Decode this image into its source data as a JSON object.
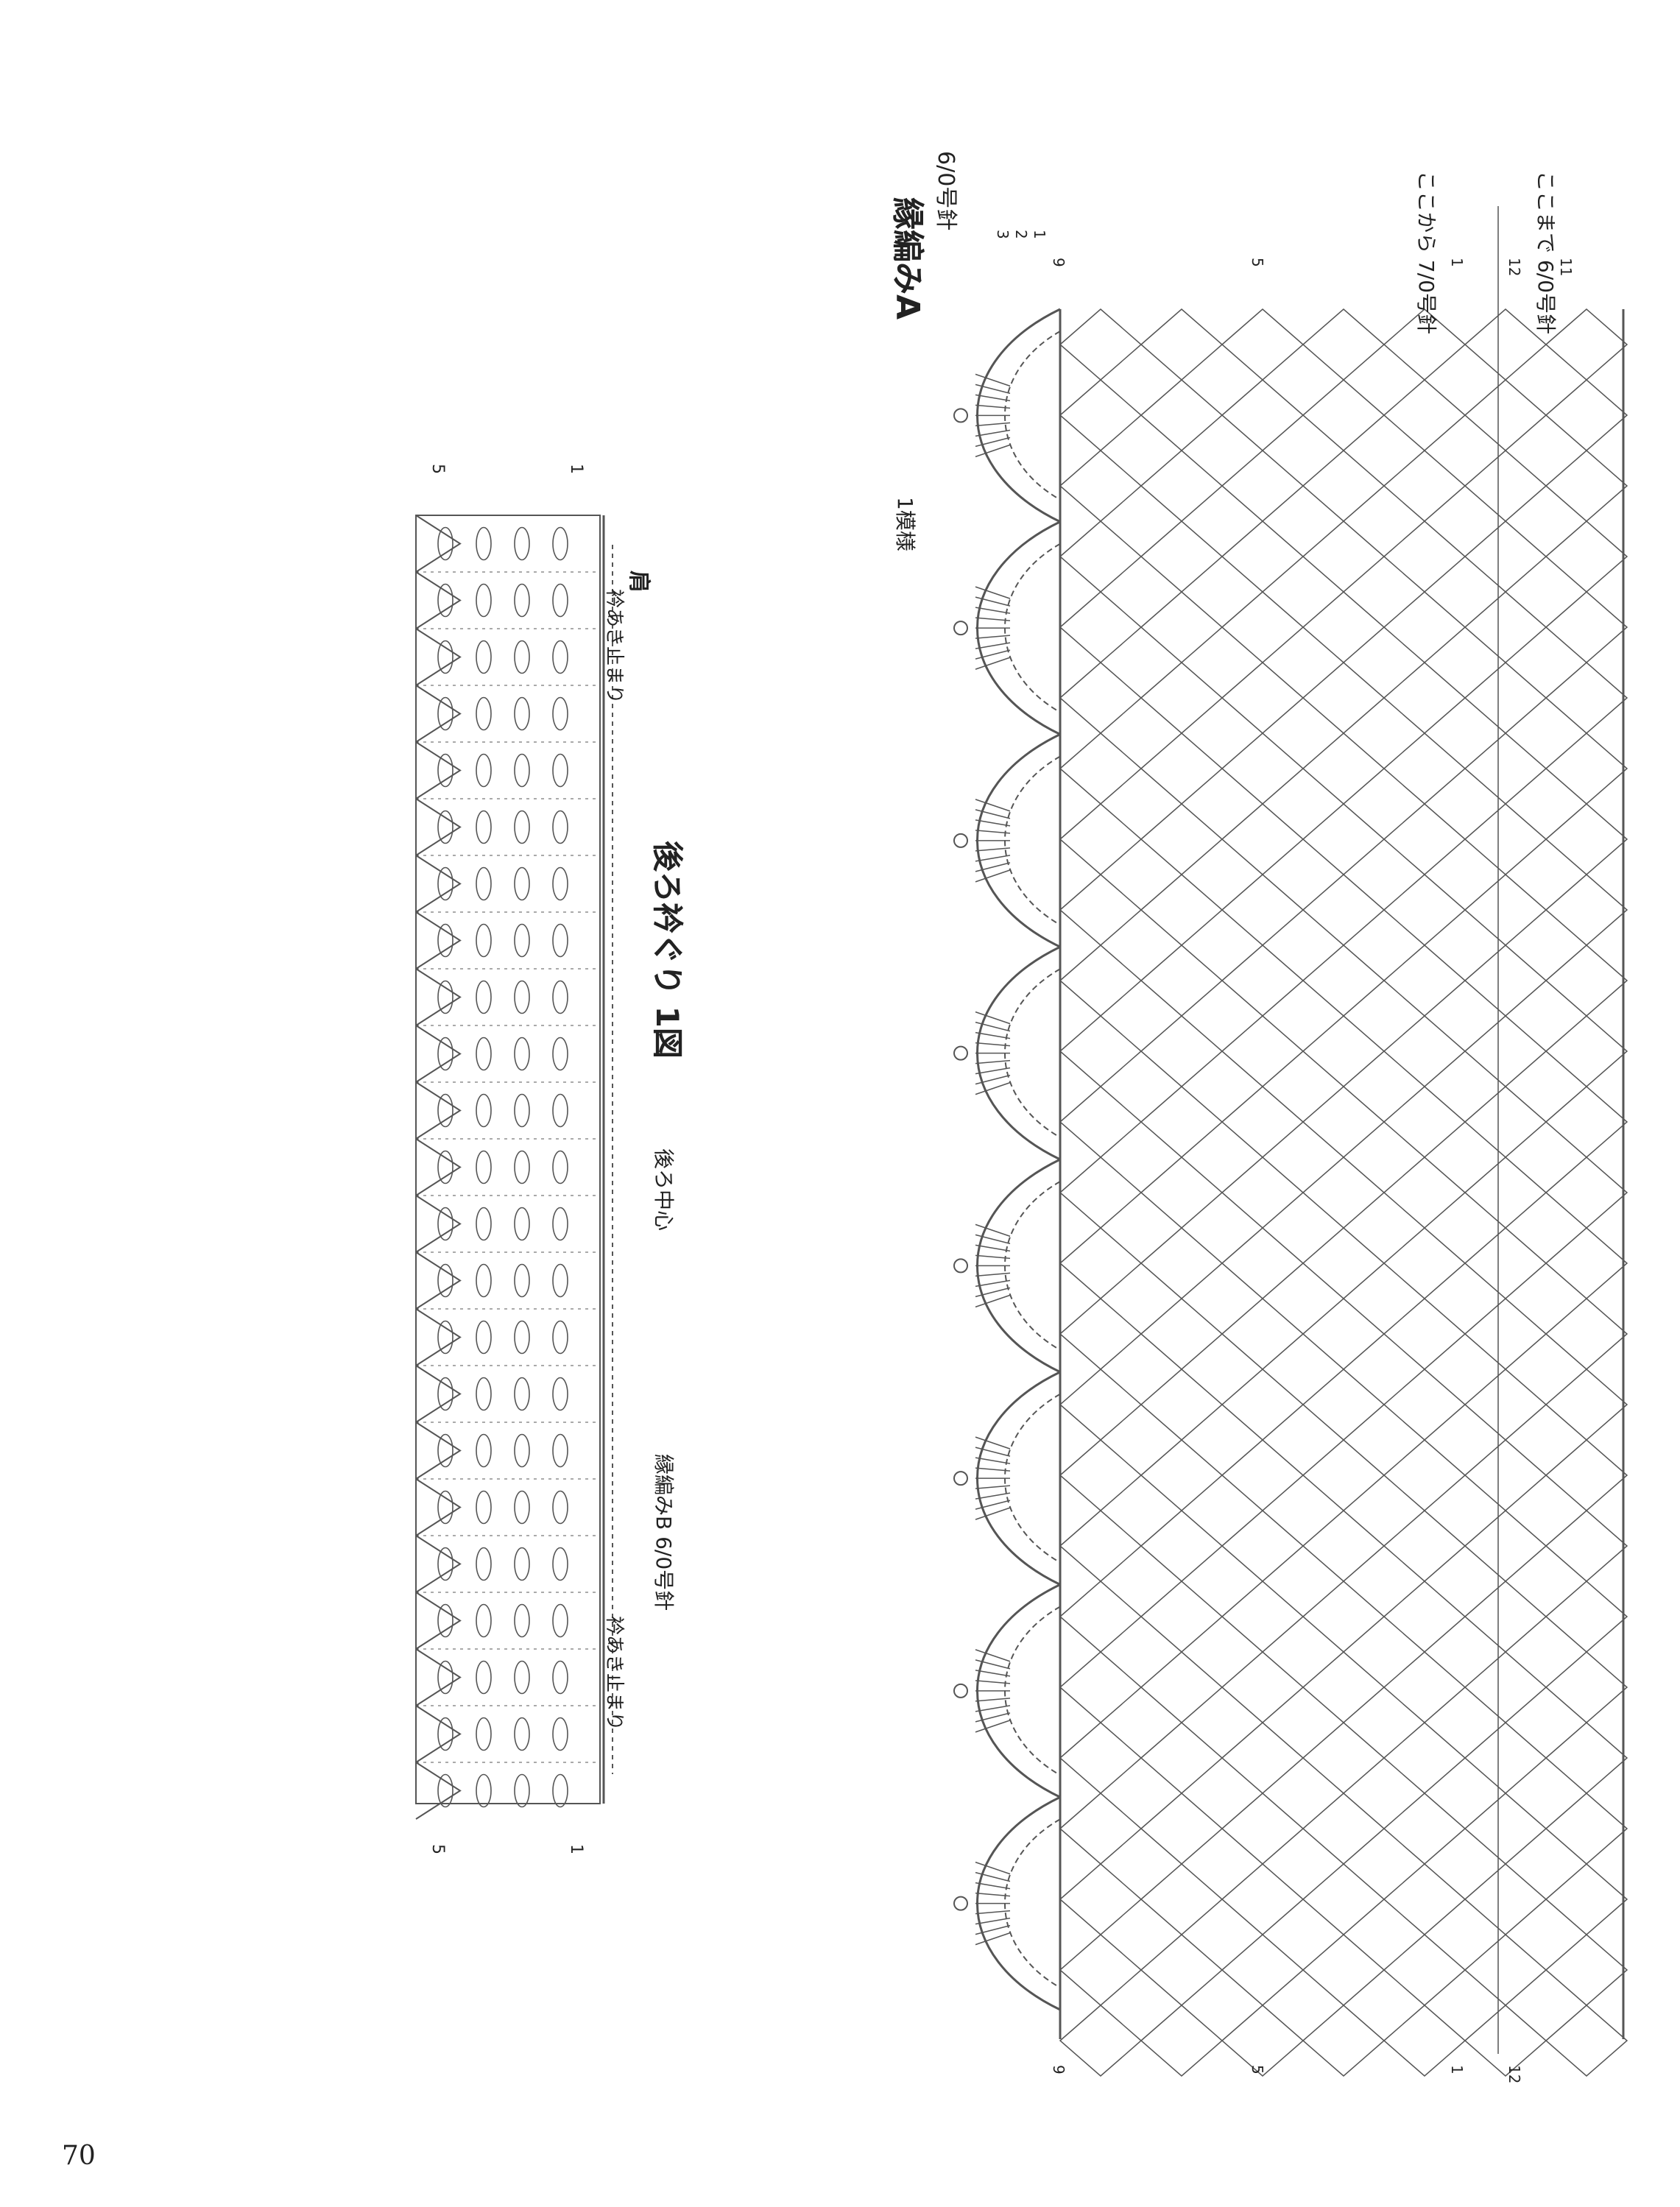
{
  "page_number": "70",
  "colors": {
    "ink": "#222222",
    "line": "#555555",
    "paper": "#ffffff"
  },
  "diagram_left": {
    "title": "後ろ衿ぐり 1図",
    "label_shoulder": "肩",
    "label_neck_stop_top": "衿あき止まり",
    "label_neck_stop_bottom": "衿あき止まり",
    "label_back_center": "後ろ中心",
    "label_edging_b": "縁編みB 6/0号針",
    "row_marks_top": [
      "5",
      "1"
    ],
    "row_marks_bottom": [
      "5",
      "1"
    ],
    "edge_mark": "1"
  },
  "diagram_right": {
    "title": "縁編みA",
    "needle": "6/0号針",
    "label_one_pattern": "1模様",
    "label_from_here": "ここから 7/0号針",
    "label_until_here": "ここまで 6/0号針",
    "row_marks_top": [
      "3",
      "2",
      "1",
      "9",
      "5",
      "1",
      "12",
      "11"
    ],
    "row_marks_bottom": [
      "9",
      "5",
      "1",
      "12"
    ],
    "pattern_repeats": 8
  }
}
